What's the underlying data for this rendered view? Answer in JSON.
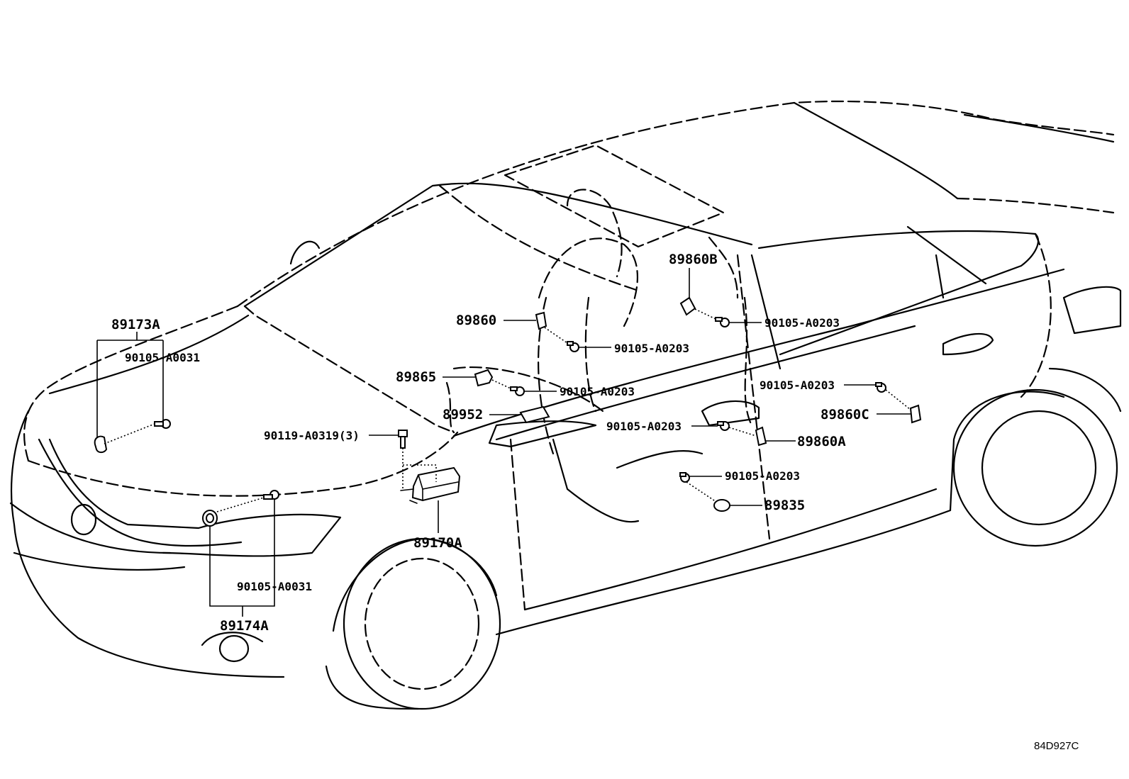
{
  "labels": {
    "p89173A": "89173A",
    "p89173A_bolt": "90105-A0031",
    "p89174A": "89174A",
    "p89174A_bolt": "90105-A0031",
    "p90119": "90119-A0319(3)",
    "p89170A": "89170A",
    "p89865": "89865",
    "p89865_bolt": "90105-A0203",
    "p89860": "89860",
    "p89860_bolt": "90105-A0203",
    "p89952": "89952",
    "p89860B": "89860B",
    "p89860B_bolt": "90105-A0203",
    "p89860A_bolt": "90105-A0203",
    "p89860A": "89860A",
    "p89860C_bolt": "90105-A0203",
    "p89860C": "89860C",
    "p89835_bolt": "90105-A0203",
    "p89835": "89835"
  },
  "footer": {
    "code": "84D927C"
  }
}
